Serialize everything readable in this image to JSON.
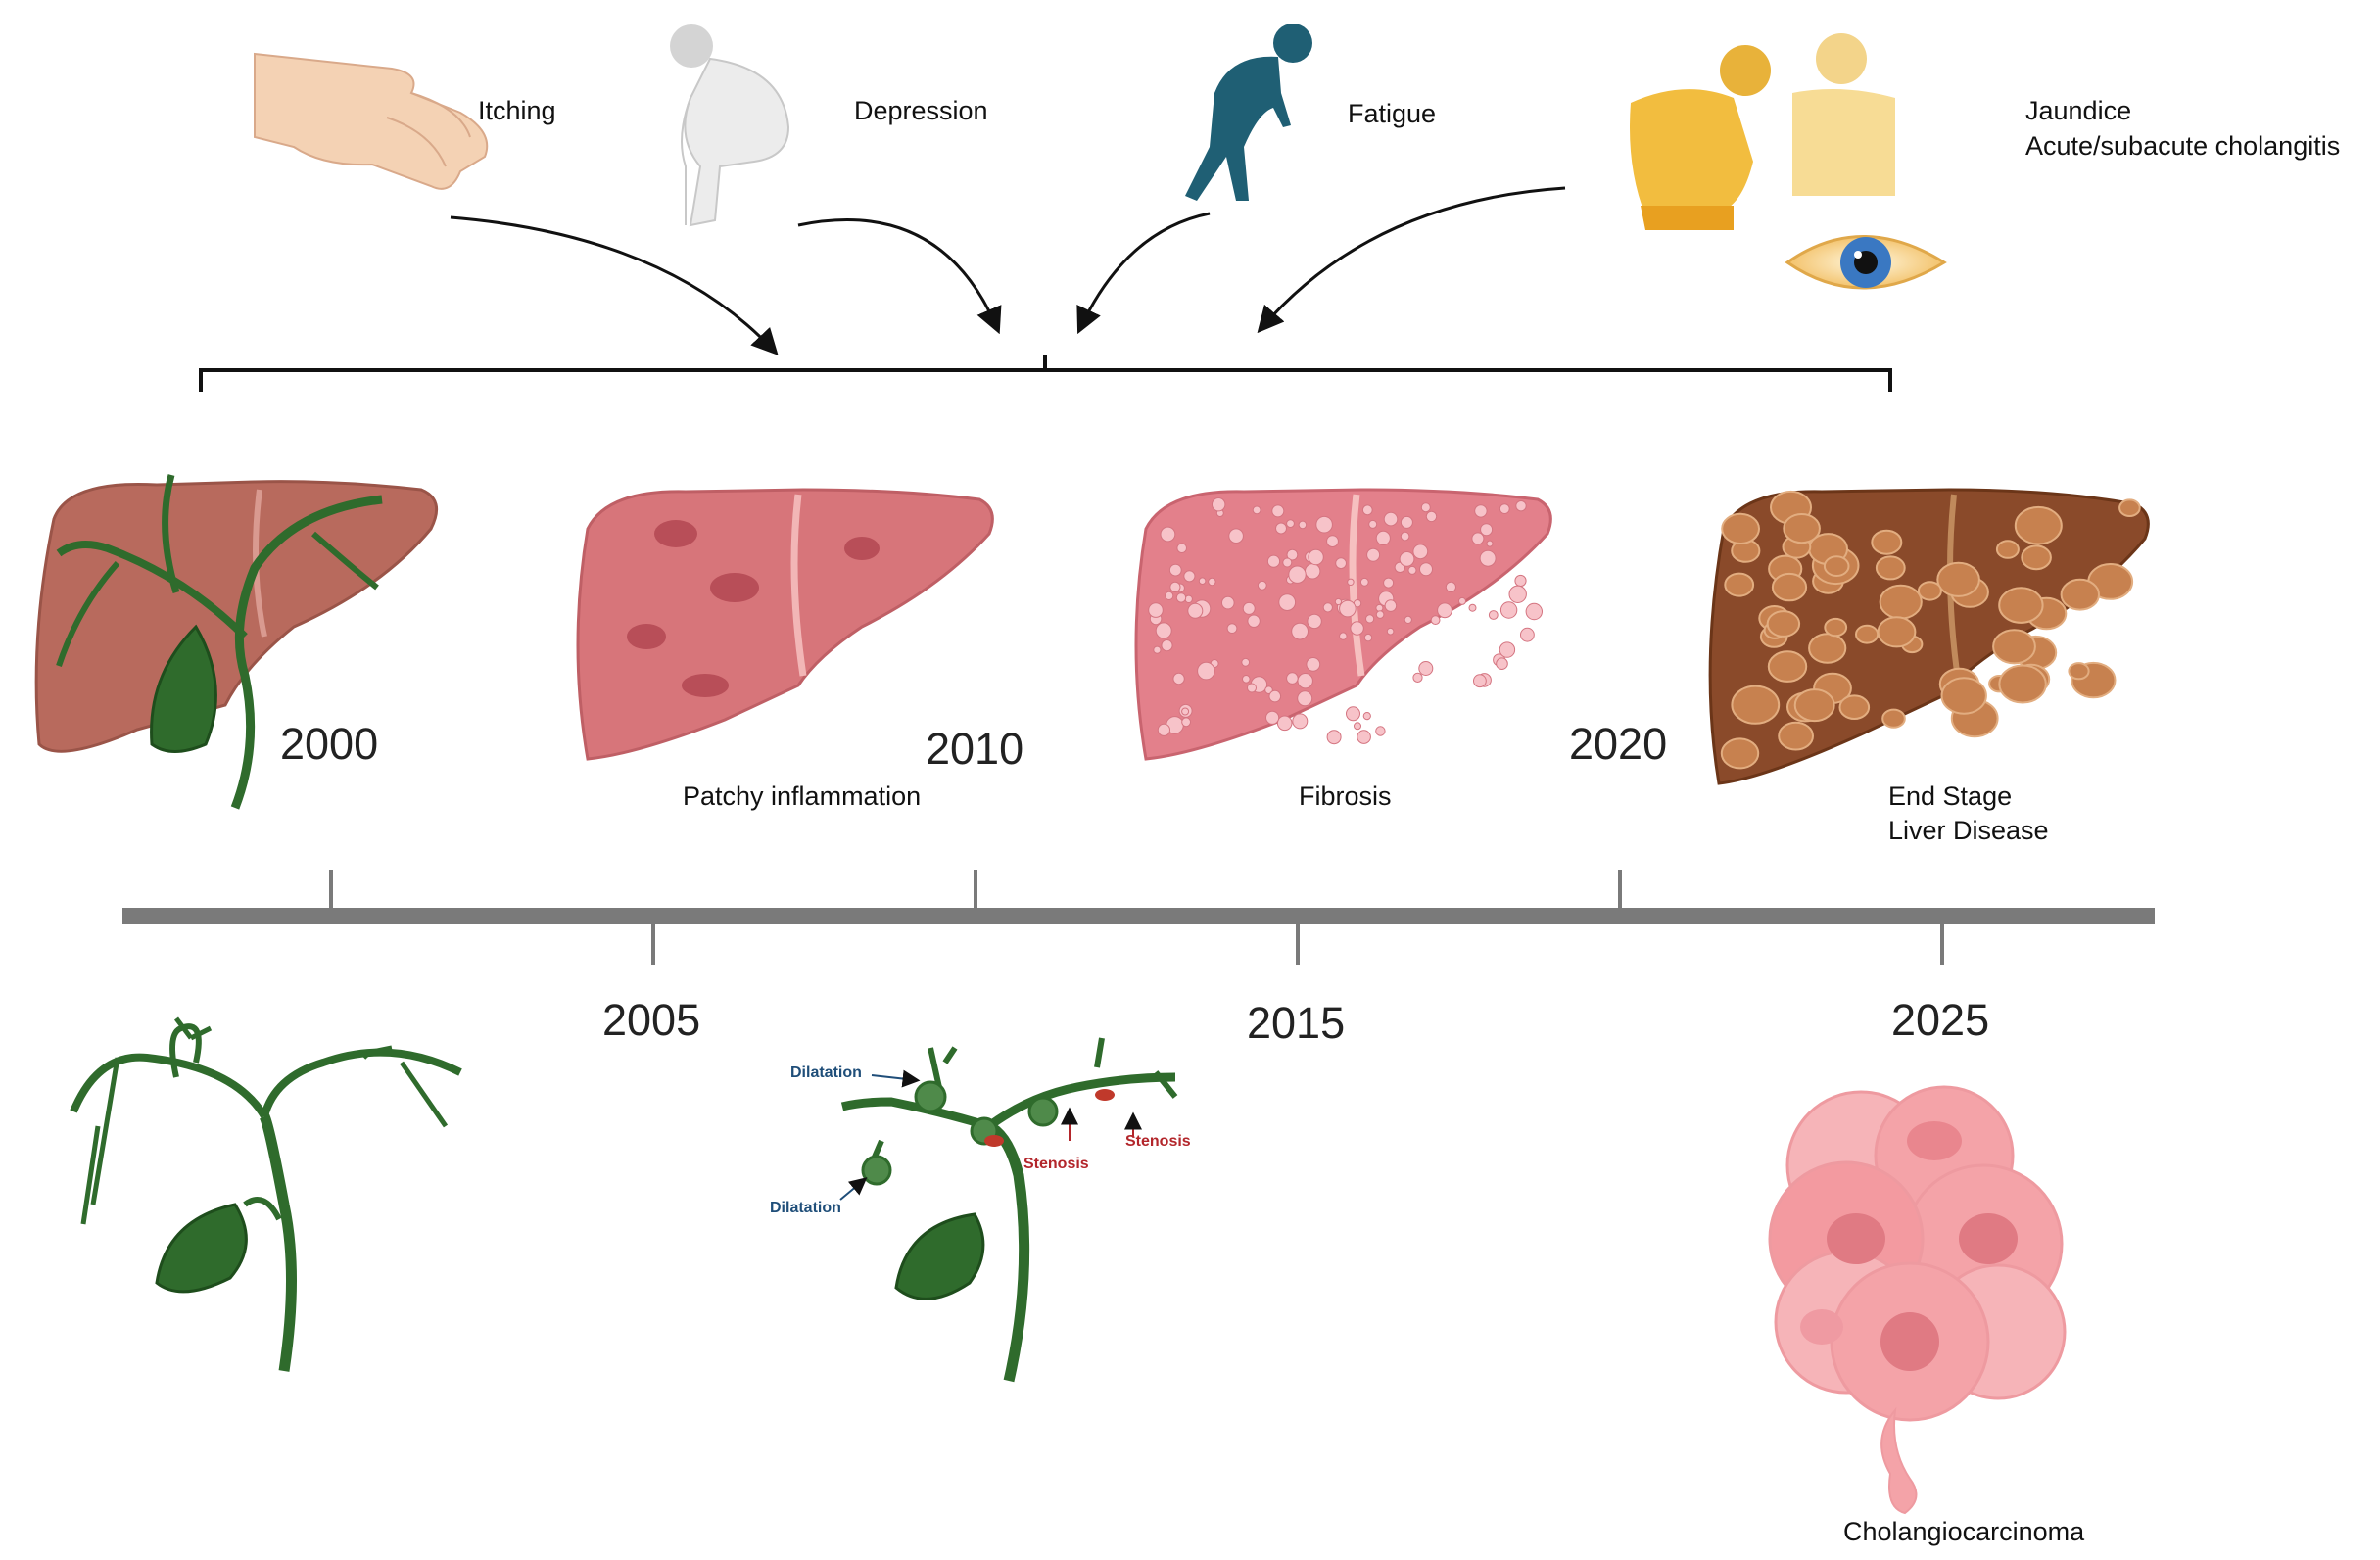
{
  "symptoms": {
    "itching": "Itching",
    "depression": "Depression",
    "fatigue": "Fatigue",
    "jaundice": "Jaundice",
    "cholangitis": "Acute/subacute cholangitis"
  },
  "stages": {
    "inflammation": "Patchy inflammation",
    "fibrosis": "Fibrosis",
    "end_stage_line1": "End Stage",
    "end_stage_line2": "Liver Disease",
    "cholangiocarcinoma": "Cholangiocarcinoma"
  },
  "bile_duct_labels": {
    "dilatation_top": "Dilatation",
    "dilatation_bottom": "Dilatation",
    "stenosis_left": "Stenosis",
    "stenosis_right": "Stenosis"
  },
  "timeline": {
    "years_top": [
      "2000",
      "2010",
      "2020"
    ],
    "years_bottom": [
      "2005",
      "2015",
      "2025"
    ]
  },
  "colors": {
    "timeline": "#7a7a7a",
    "bile_duct": "#2f6b2c",
    "liver_healthy": "#b86a5d",
    "liver_inflamed": "#d7757a",
    "liver_fibrotic": "#e3808b",
    "liver_cirrhotic": "#8a4a2a",
    "fatigue_figure": "#1f5f74",
    "jaundice_figure": "#f2bd3f",
    "cell": "#f4a3a8"
  }
}
